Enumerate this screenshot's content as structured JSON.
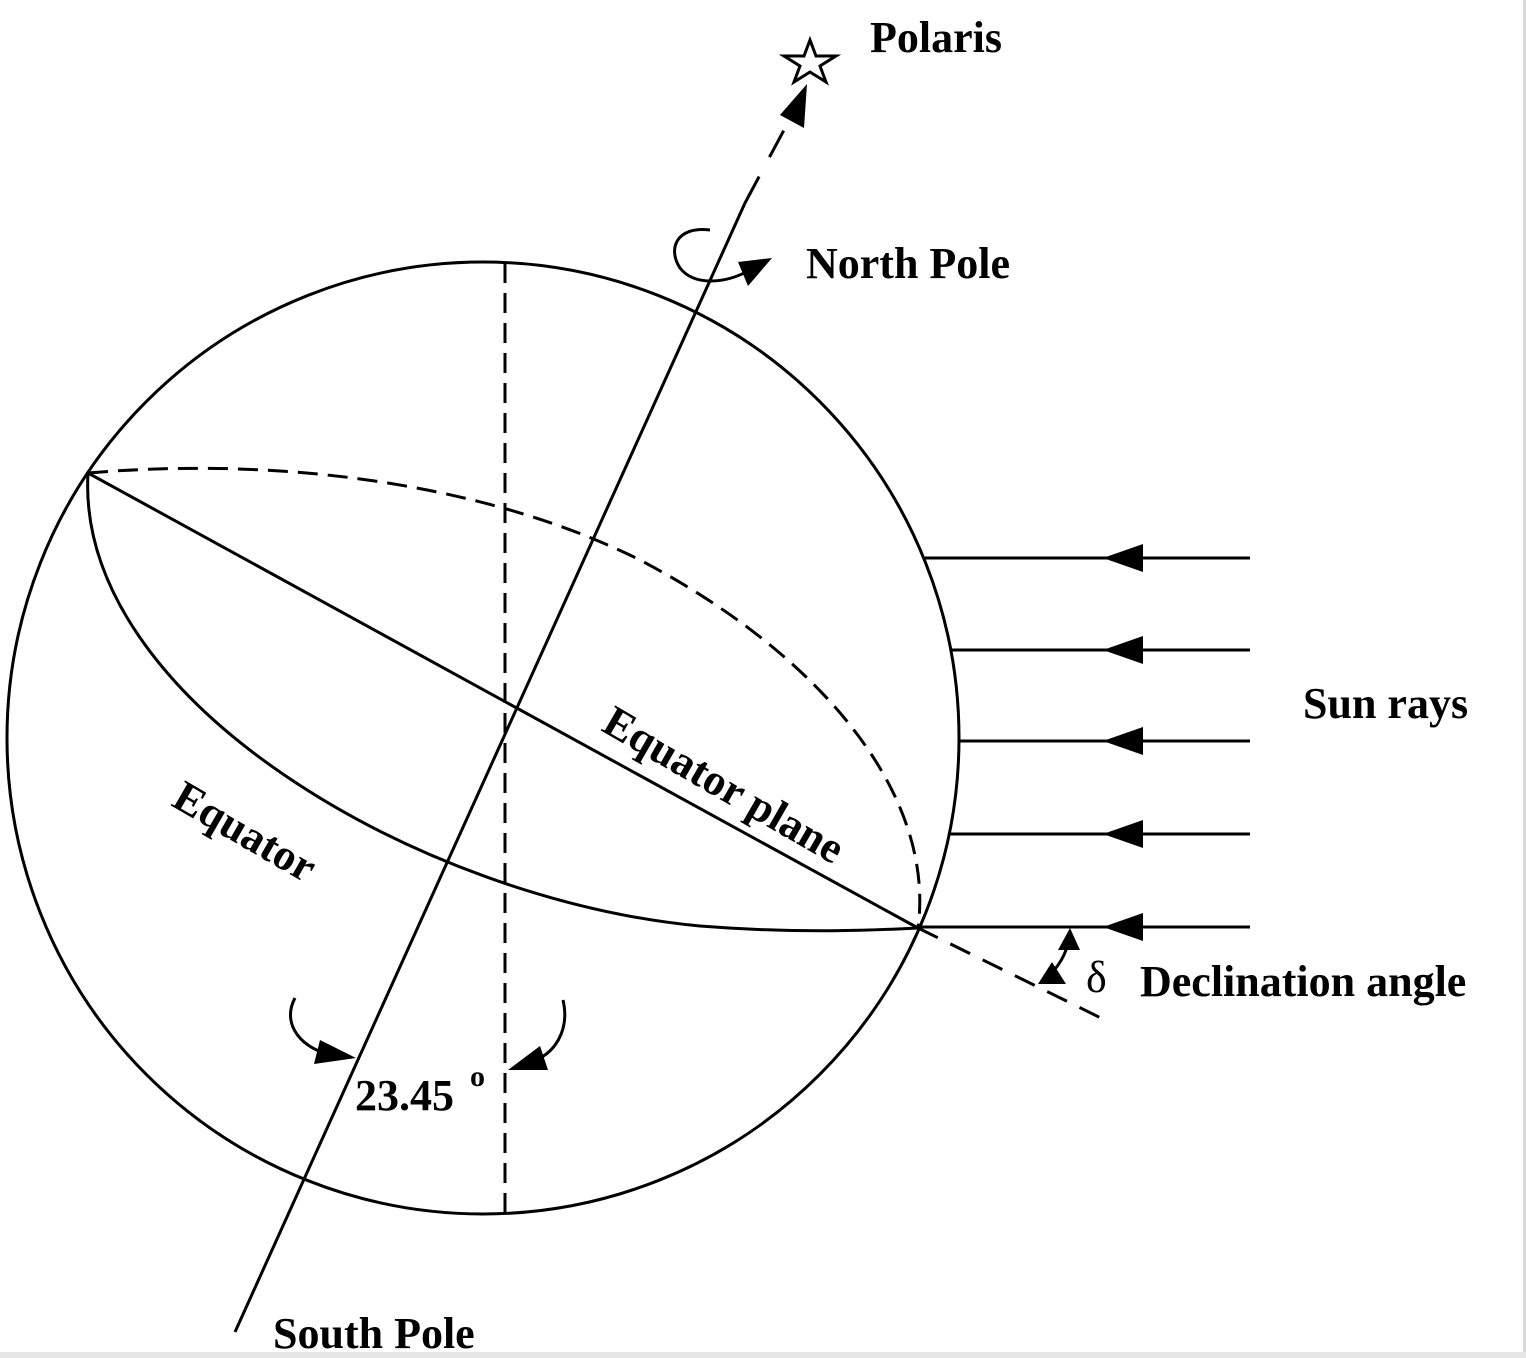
{
  "labels": {
    "polaris": "Polaris",
    "north_pole": "North Pole",
    "south_pole": "South Pole",
    "sun_rays": "Sun rays",
    "equator": "Equator",
    "equator_plane": "Equator plane",
    "tilt_angle": "23.45",
    "tilt_degree_mark": "o",
    "delta_symbol": "δ",
    "declination_angle": "Declination angle"
  },
  "icons": {
    "polaris": "star-outline-icon",
    "rotation": "curved-arrow-icon",
    "ray_arrow": "left-arrow-icon"
  },
  "colors": {
    "stroke": "#000000",
    "background": "#ffffff"
  }
}
